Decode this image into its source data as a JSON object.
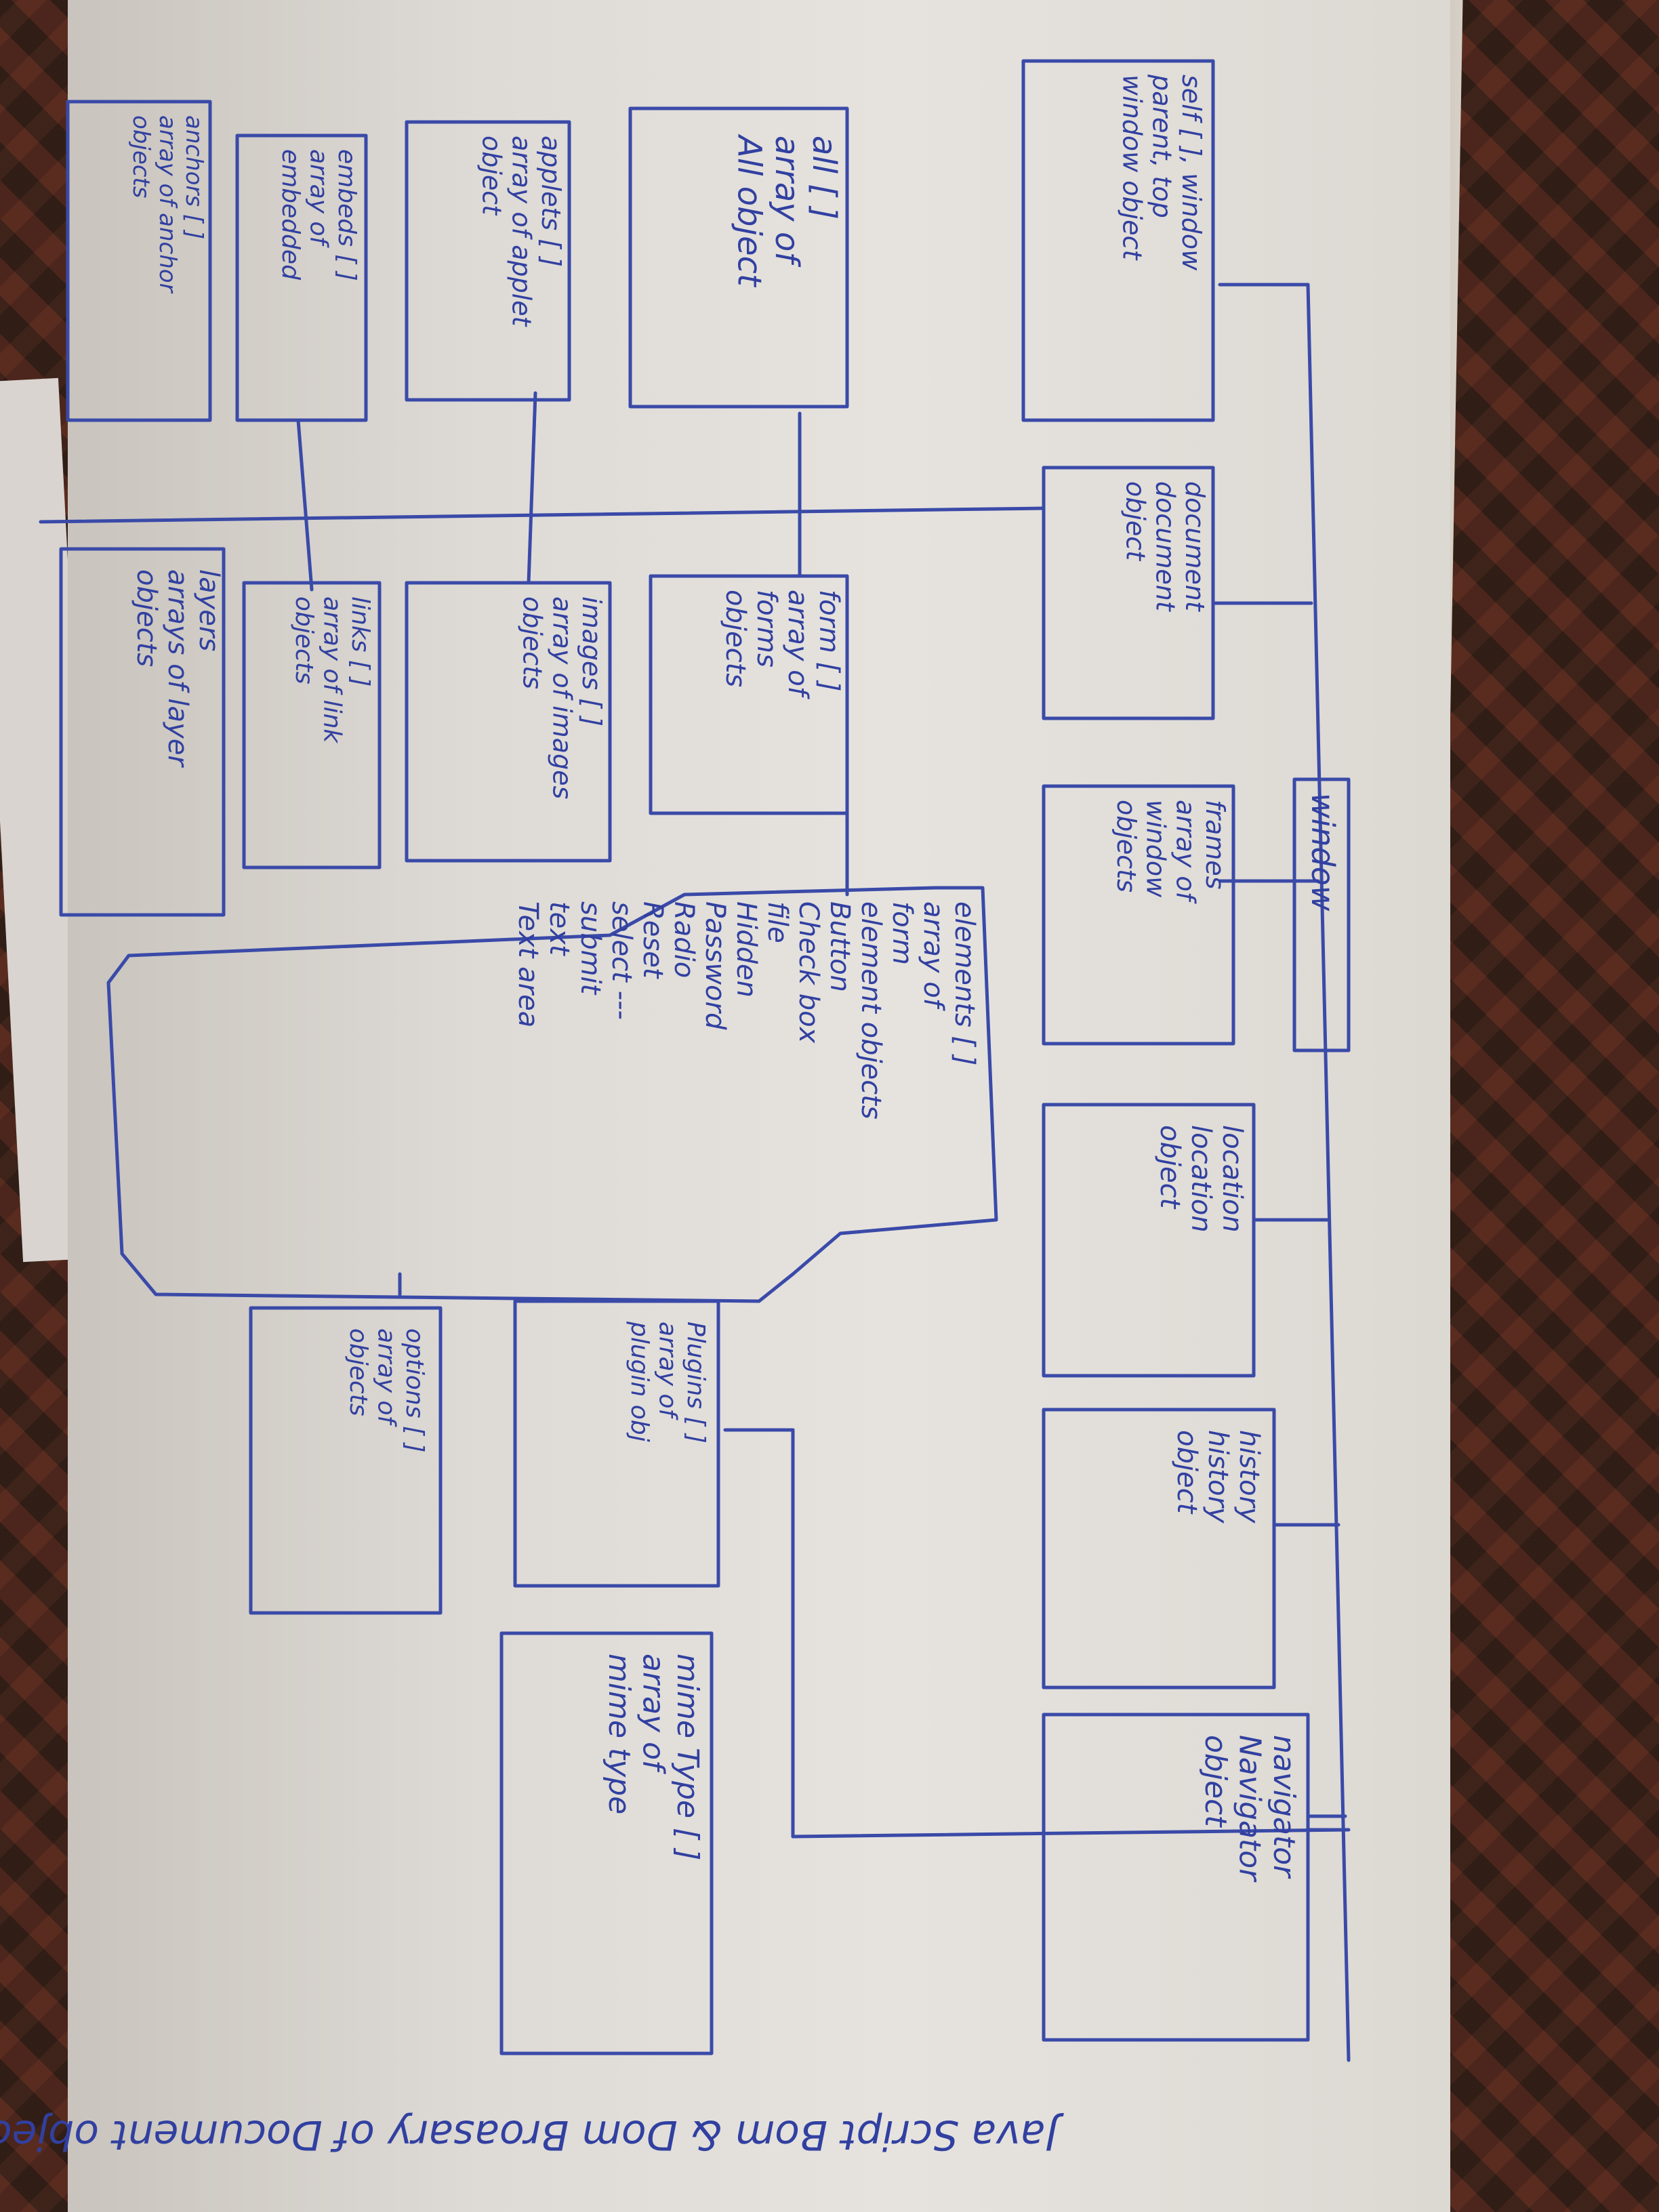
{
  "title": "Java Script Bom & Dom Broasary of Document object model.",
  "nodes": {
    "window": "window",
    "self": "self [ ], window\nparent, top\nwindow object",
    "document": "document\ndocument\nobject",
    "frames": "frames\narray of\nwindow\nobjects",
    "location": "location\nlocation\nobject",
    "history": "history\nhistory\nobject",
    "navigator": "navigator\nNavigator\nobject",
    "all": "all [ ]\narray of\nAll object",
    "applets": "applets [ ]\narray of applet\nobject",
    "embeds": "embeds [ ]\narray of\nembedded",
    "anchors": "anchors [ ]\narray of anchor\nobjects",
    "forms": "form [ ]\narray of\nforms\nobjects",
    "images": "images [ ]\narray of images\nobjects",
    "links": "links [ ]\narray of link\nobjects",
    "layers": "layers\narrays of layer\nobjects",
    "elements": "elements [ ]\narray of\nform\nelement objects\nButton\nCheck box\nfile\nHidden\nPassword\nRadio\nReset\nselect ---\nsubmit\ntext\nText area",
    "options": "options [ ]\narray of\nobjects",
    "plugins": "Plugins [ ]\narray of\nplugin obj",
    "mimetypes": "mime Type [ ]\narray of\nmime type"
  }
}
